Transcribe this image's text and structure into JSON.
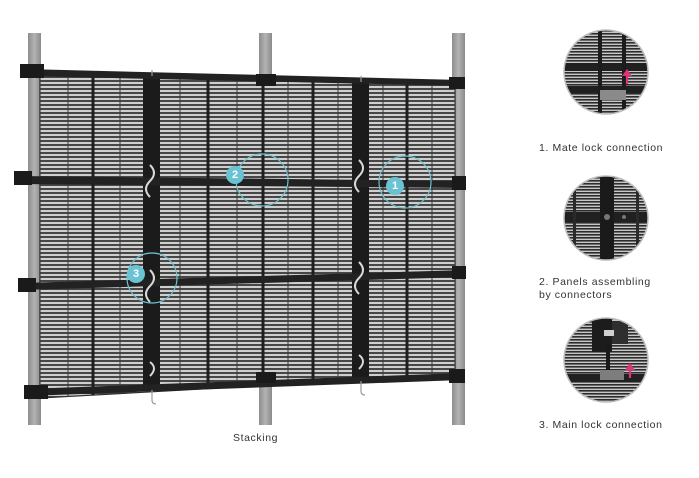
{
  "main_caption": "Stacking",
  "callouts": [
    {
      "number": "1",
      "caption": "1. Mate lock connection"
    },
    {
      "number": "2",
      "caption_line1": "2. Panels assembling",
      "caption_line2": "by connectors"
    },
    {
      "number": "3",
      "caption": "3. Main lock connection"
    }
  ],
  "colors": {
    "accent": "#69c3d3",
    "arrow": "#e0347a",
    "frame": "#2a2a2a",
    "pole": "#9a9a9a"
  }
}
